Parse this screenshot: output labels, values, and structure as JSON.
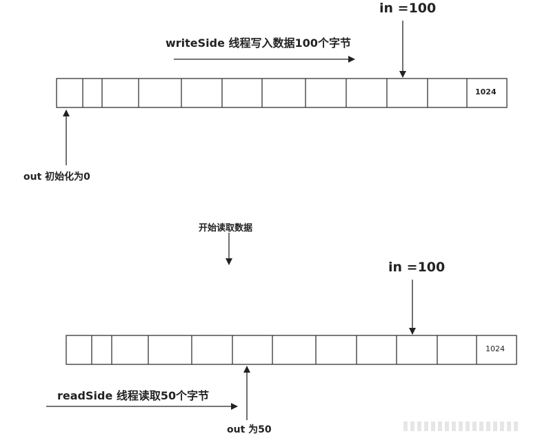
{
  "top": {
    "in_label": "in =100",
    "write_label": "writeSide   线程写入数据100个字节",
    "last_cell": "1024",
    "out_label": "out 初始化为0"
  },
  "middle": {
    "step_label": "开始读取数据"
  },
  "bottom": {
    "in_label": "in =100",
    "read_label": "readSide   线程读取50个字节",
    "last_cell": "1024",
    "out_label": "out 为50"
  }
}
